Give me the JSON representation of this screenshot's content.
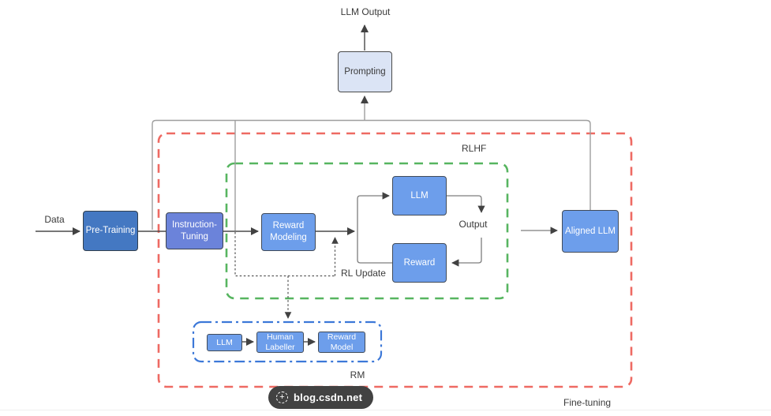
{
  "diagram": {
    "labels": {
      "llm_output": "LLM Output",
      "data": "Data",
      "rlhf": "RLHF",
      "output": "Output",
      "rl_update": "RL Update",
      "rm": "RM",
      "fine_tuning": "Fine-tuning"
    },
    "nodes": {
      "prompting": "Prompting",
      "pre_training": "Pre-Training",
      "instruction_tuning": "Instruction-Tuning",
      "reward_modeling": "Reward Modeling",
      "rlhf_llm": "LLM",
      "rlhf_reward": "Reward",
      "aligned_llm": "Aligned LLM",
      "rm_llm": "LLM",
      "rm_human_labeller": "Human Labeller",
      "rm_reward_model": "Reward Model"
    },
    "colors": {
      "cornflower_fill": "#6d9eeb",
      "pretraining_fill": "#4478c2",
      "instruction_fill": "#6b83da",
      "prompting_fill": "#dbe4f5",
      "rlhf_border_green": "#57b560",
      "finetuning_border_red": "#ee6a63",
      "rm_border_blue": "#3c78d8",
      "connector_gray": "#9e9e9e",
      "arrow_dark": "#424242"
    }
  },
  "watermark": {
    "text": "blog.csdn.net"
  }
}
